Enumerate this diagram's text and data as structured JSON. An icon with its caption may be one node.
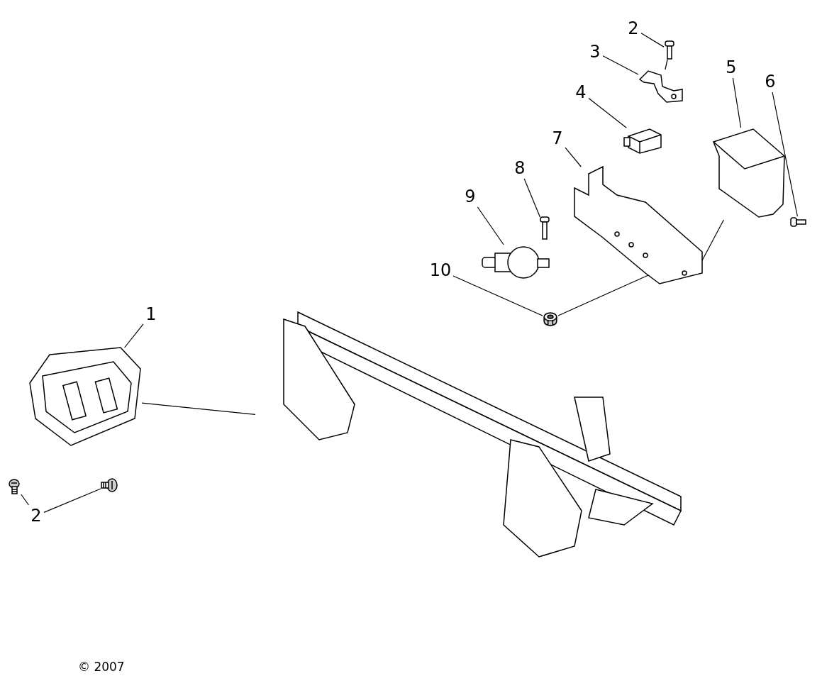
{
  "diagram": {
    "nodes": [
      {
        "text": [
          "2"
        ]
      },
      {
        "text": [],
        "shape": "picture"
      },
      {
        "text": [
          "3"
        ]
      },
      {
        "text": [],
        "shape": "picture"
      },
      {
        "text": [
          "5"
        ]
      },
      {
        "text": [],
        "shape": "picture"
      },
      {
        "text": [
          "6"
        ]
      },
      {
        "text": [],
        "shape": "picture"
      },
      {
        "text": [
          "4"
        ]
      },
      {
        "text": [],
        "shape": "picture"
      },
      {
        "text": [
          "7"
        ]
      },
      {
        "text": [],
        "shape": "picture"
      },
      {
        "text": [
          "8"
        ]
      },
      {
        "text": [],
        "shape": "picture"
      },
      {
        "text": [
          "9"
        ]
      },
      {
        "text": [],
        "shape": "picture"
      },
      {
        "text": [
          "10"
        ]
      },
      {
        "text": [],
        "shape": "picture"
      },
      {
        "text": [
          "1"
        ]
      },
      {
        "text": [],
        "shape": "picture"
      },
      {
        "text": [
          "2"
        ]
      },
      {
        "text": [],
        "shape": "picture"
      },
      {
        "text": [],
        "shape": "picture"
      },
      {
        "text": [],
        "shape": "picture"
      }
    ],
    "edges": [
      {
        "from": 0,
        "to": 1,
        "arrow": "none"
      },
      {
        "from": 1,
        "to": 3,
        "arrow": "none"
      },
      {
        "from": 2,
        "to": 3,
        "arrow": "none"
      },
      {
        "from": 4,
        "to": 5,
        "arrow": "none"
      },
      {
        "from": 6,
        "to": 7,
        "arrow": "none"
      },
      {
        "from": 8,
        "to": 9,
        "arrow": "none"
      },
      {
        "from": 10,
        "to": 11,
        "arrow": "none"
      },
      {
        "from": 5,
        "to": 11,
        "arrow": "none"
      },
      {
        "from": 12,
        "to": 13,
        "arrow": "none"
      },
      {
        "from": 14,
        "to": 15,
        "arrow": "none"
      },
      {
        "from": 16,
        "to": 17,
        "arrow": "none"
      },
      {
        "from": 17,
        "to": 11,
        "arrow": "none"
      },
      {
        "from": 18,
        "to": 19,
        "arrow": "none"
      },
      {
        "from": 19,
        "to": 23,
        "arrow": "none"
      },
      {
        "from": 20,
        "to": 21,
        "arrow": "none"
      },
      {
        "from": 20,
        "to": 22,
        "arrow": "none"
      }
    ],
    "labels": [
      "© 2007"
    ]
  }
}
